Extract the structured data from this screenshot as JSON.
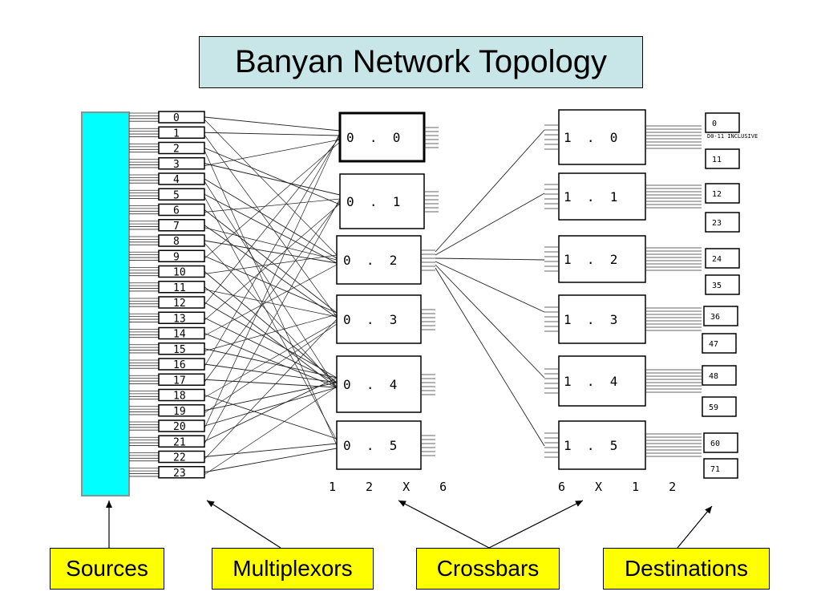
{
  "title": "Banyan Network Topology",
  "mux_labels": [
    "0",
    "1",
    "2",
    "3",
    "4",
    "5",
    "6",
    "7",
    "8",
    "9",
    "10",
    "11",
    "12",
    "13",
    "14",
    "15",
    "16",
    "17",
    "18",
    "19",
    "20",
    "21",
    "22",
    "23"
  ],
  "stage0": {
    "labels": [
      "0 . 0",
      "0 . 1",
      "0 . 2",
      "0 . 3",
      "0 . 4",
      "0 . 5"
    ],
    "caption": "1 2 X 6"
  },
  "stage1": {
    "labels": [
      "1 . 0",
      "1 . 1",
      "1 . 2",
      "1 . 3",
      "1 . 4",
      "1 . 5"
    ],
    "caption": "6 X 1 2"
  },
  "destinations": [
    {
      "top": "0",
      "bottom": "11"
    },
    {
      "top": "12",
      "bottom": "23"
    },
    {
      "top": "24",
      "bottom": "35"
    },
    {
      "top": "36",
      "bottom": "47"
    },
    {
      "top": "48",
      "bottom": "59"
    },
    {
      "top": "60",
      "bottom": "71"
    }
  ],
  "dest_note": "D0-11 INCLUSIVE",
  "callouts": {
    "sources": "Sources",
    "multiplexors": "Multiplexors",
    "crossbars": "Crossbars",
    "destinations": "Destinations"
  },
  "colors": {
    "source_bar": "#00ffff",
    "title_bg": "#c8e6e8",
    "callout_bg": "#ffff00"
  }
}
